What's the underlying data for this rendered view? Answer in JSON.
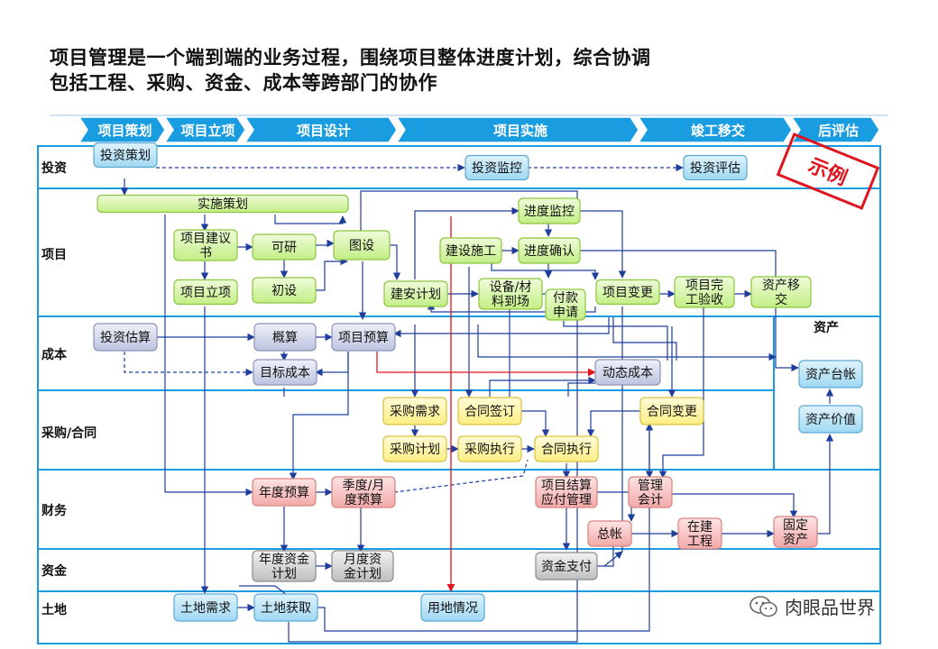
{
  "title": {
    "line1": "项目管理是一个端到端的业务过程，围绕项目整体进度计划，综合协调",
    "line2": "包括工程、采购、资金、成本等跨部门的协作"
  },
  "phases": [
    "项目策划",
    "项目立项",
    "项目设计",
    "项目实施",
    "竣工移交",
    "后评估"
  ],
  "lanes": [
    "投资",
    "项目",
    "成本",
    "采购/合同",
    "财务",
    "资金",
    "土地"
  ],
  "asset_label": "资产",
  "stamp": "示例",
  "watermark": "肉眼品世界",
  "colors": {
    "phase_bar": "#1a9ce0",
    "lane_border": "#1a9ce0",
    "blue_node": "#b5e2f7",
    "green_node": "#d4f5a2",
    "yellow_node": "#fff5a6",
    "purple_node": "#d3d9ec",
    "pink_node": "#f7c2c2",
    "gray_node": "#d9d9d9",
    "arrow": "#1f3d9c",
    "red_arrow": "#e0141e"
  },
  "nodes": {
    "tzch": {
      "label": [
        "投资策划"
      ],
      "color": "blue"
    },
    "tzjk": {
      "label": [
        "投资监控"
      ],
      "color": "blue"
    },
    "tzpg": {
      "label": [
        "投资评估"
      ],
      "color": "blue"
    },
    "sscl": {
      "label": [
        "实施策划"
      ],
      "color": "green"
    },
    "xmjys": {
      "label": [
        "项目建议",
        "书"
      ],
      "color": "green"
    },
    "ky": {
      "label": [
        "可研"
      ],
      "color": "green"
    },
    "ts": {
      "label": [
        "图设"
      ],
      "color": "green"
    },
    "xmlx": {
      "label": [
        "项目立项"
      ],
      "color": "green"
    },
    "cs": {
      "label": [
        "初设"
      ],
      "color": "green"
    },
    "jsjh": {
      "label": [
        "建安计划"
      ],
      "color": "green"
    },
    "jssg": {
      "label": [
        "建设施工"
      ],
      "color": "green"
    },
    "jdjk": {
      "label": [
        "进度监控"
      ],
      "color": "green"
    },
    "jdqr": {
      "label": [
        "进度确认"
      ],
      "color": "green"
    },
    "sbcl": {
      "label": [
        "设备/材",
        "料到场"
      ],
      "color": "green"
    },
    "fksq": {
      "label": [
        "付款",
        "申请"
      ],
      "color": "green"
    },
    "xmbg": {
      "label": [
        "项目变更"
      ],
      "color": "green"
    },
    "xmwg": {
      "label": [
        "项目完",
        "工验收"
      ],
      "color": "green"
    },
    "zcyj": {
      "label": [
        "资产移",
        "交"
      ],
      "color": "green"
    },
    "tzgs": {
      "label": [
        "投资估算"
      ],
      "color": "purple"
    },
    "gs": {
      "label": [
        "概算"
      ],
      "color": "purple"
    },
    "xmys": {
      "label": [
        "项目预算"
      ],
      "color": "purple"
    },
    "mbcb": {
      "label": [
        "目标成本"
      ],
      "color": "purple"
    },
    "dtcb": {
      "label": [
        "动态成本"
      ],
      "color": "purple"
    },
    "zctz": {
      "label": [
        "资产台帐"
      ],
      "color": "blue"
    },
    "zcjz": {
      "label": [
        "资产价值"
      ],
      "color": "blue"
    },
    "cgxq": {
      "label": [
        "采购需求"
      ],
      "color": "yellow"
    },
    "htqd": {
      "label": [
        "合同签订"
      ],
      "color": "yellow"
    },
    "htbg": {
      "label": [
        "合同变更"
      ],
      "color": "yellow"
    },
    "cgjh": {
      "label": [
        "采购计划"
      ],
      "color": "yellow"
    },
    "cgzx": {
      "label": [
        "采购执行"
      ],
      "color": "yellow"
    },
    "htzx": {
      "label": [
        "合同执行"
      ],
      "color": "yellow"
    },
    "ndys": {
      "label": [
        "年度预算"
      ],
      "color": "pink"
    },
    "jdys": {
      "label": [
        "季度/月",
        "度预算"
      ],
      "color": "pink"
    },
    "xmjs": {
      "label": [
        "项目结算",
        "应付管理"
      ],
      "color": "pink"
    },
    "glkj": {
      "label": [
        "管理",
        "会计"
      ],
      "color": "pink"
    },
    "zz": {
      "label": [
        "总帐"
      ],
      "color": "pink"
    },
    "zjgc": {
      "label": [
        "在建",
        "工程"
      ],
      "color": "pink"
    },
    "gdzc": {
      "label": [
        "固定",
        "资产"
      ],
      "color": "pink"
    },
    "ndzj": {
      "label": [
        "年度资金",
        "计划"
      ],
      "color": "gray"
    },
    "ydzj": {
      "label": [
        "月度资",
        "金计划"
      ],
      "color": "gray"
    },
    "zjzf": {
      "label": [
        "资金支付"
      ],
      "color": "gray"
    },
    "tdxq": {
      "label": [
        "土地需求"
      ],
      "color": "blue"
    },
    "tdhq": {
      "label": [
        "土地获取"
      ],
      "color": "blue"
    },
    "ydqk": {
      "label": [
        "用地情况"
      ],
      "color": "blue"
    }
  }
}
